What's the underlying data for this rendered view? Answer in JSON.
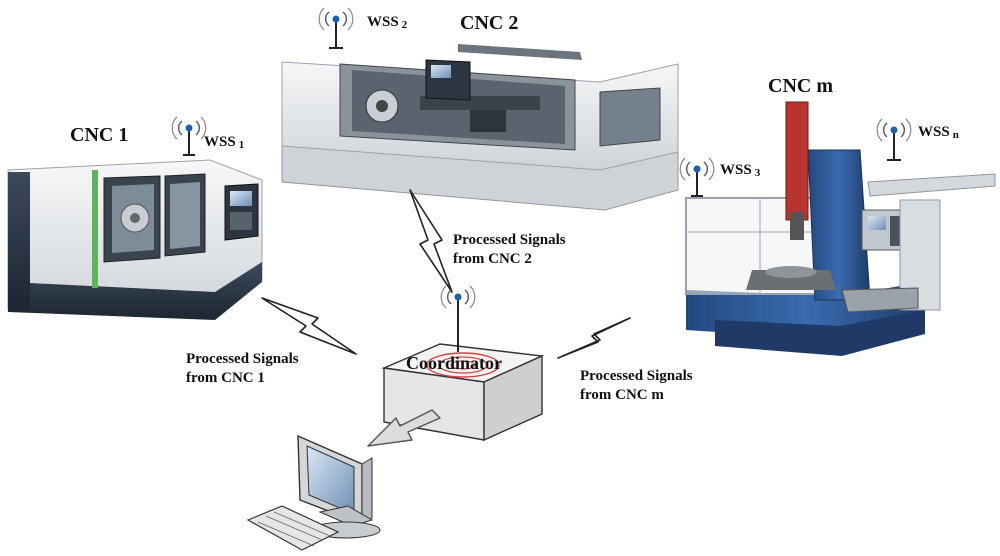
{
  "machines": {
    "cnc1": {
      "title": "CNC 1",
      "sensor_prefix": "WSS",
      "sensor_index": "1"
    },
    "cnc2": {
      "title": "CNC 2",
      "sensor_prefix": "WSS",
      "sensor_index": "2"
    },
    "cncm": {
      "title": "CNC m",
      "sensor3_prefix": "WSS",
      "sensor3_index": "3",
      "sensorn_prefix": "WSS",
      "sensorn_index": "n"
    }
  },
  "coordinator": {
    "label": "Coordinator"
  },
  "signals": {
    "from_cnc1": "Processed Signals\nfrom CNC 1",
    "from_cnc2": "Processed Signals\nfrom CNC 2",
    "from_cncm": "Processed Signals\nfrom CNC m"
  },
  "colors": {
    "machine_body": "#e9ecef",
    "machine_dark": "#2f3b4a",
    "milling_blue": "#2f5c9e",
    "milling_red": "#b9332f",
    "antenna_blue": "#1f5fa8",
    "coordinator_ring": "#d94040"
  }
}
